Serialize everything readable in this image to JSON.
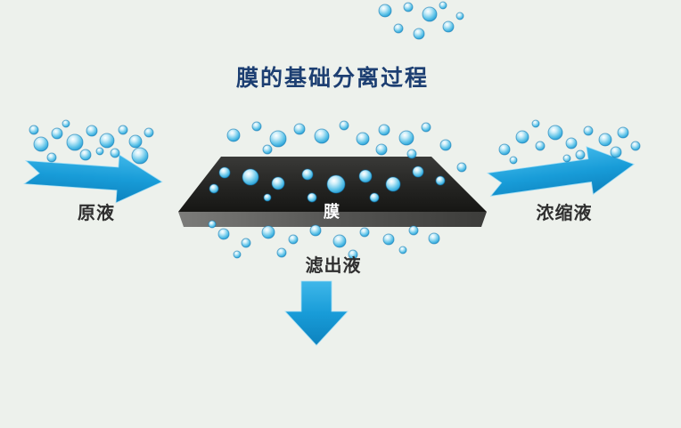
{
  "title": "膜的基础分离过程",
  "labels": {
    "feed": "原液",
    "membrane": "膜",
    "concentrate": "浓缩液",
    "permeate": "滤出液"
  },
  "colors": {
    "background": "#edf1ec",
    "arrow_blue": "#189cd8",
    "title_text": "#1d3f72",
    "label_text": "#2f2f2f",
    "membrane_dark": "#1f1f1d",
    "membrane_edge": "#5a5a58",
    "bubble_blue": "#2fa8dd"
  },
  "bubbles": {
    "top_corner": [
      [
        432,
        12,
        7
      ],
      [
        458,
        8,
        5
      ],
      [
        482,
        16,
        8
      ],
      [
        503,
        30,
        6
      ],
      [
        447,
        32,
        5
      ],
      [
        470,
        38,
        6
      ],
      [
        497,
        6,
        4
      ],
      [
        516,
        18,
        4
      ]
    ],
    "feed": [
      [
        46,
        162,
        8
      ],
      [
        64,
        150,
        6
      ],
      [
        84,
        160,
        9
      ],
      [
        103,
        147,
        6
      ],
      [
        120,
        158,
        8
      ],
      [
        138,
        146,
        5
      ],
      [
        152,
        159,
        7
      ],
      [
        167,
        149,
        5
      ],
      [
        58,
        177,
        5
      ],
      [
        96,
        174,
        6
      ],
      [
        129,
        172,
        5
      ],
      [
        157,
        175,
        9
      ],
      [
        38,
        146,
        5
      ],
      [
        74,
        139,
        4
      ],
      [
        112,
        170,
        4
      ]
    ],
    "membrane_top": [
      [
        262,
        152,
        7
      ],
      [
        288,
        142,
        5
      ],
      [
        312,
        156,
        9
      ],
      [
        336,
        145,
        6
      ],
      [
        361,
        153,
        8
      ],
      [
        386,
        141,
        5
      ],
      [
        407,
        156,
        7
      ],
      [
        431,
        146,
        6
      ],
      [
        456,
        155,
        8
      ],
      [
        478,
        143,
        5
      ],
      [
        300,
        168,
        5
      ],
      [
        428,
        168,
        6
      ],
      [
        462,
        173,
        5
      ],
      [
        500,
        163,
        6
      ],
      [
        252,
        194,
        6
      ],
      [
        281,
        199,
        9
      ],
      [
        312,
        206,
        7
      ],
      [
        345,
        196,
        6
      ],
      [
        377,
        207,
        10
      ],
      [
        410,
        198,
        7
      ],
      [
        441,
        207,
        8
      ],
      [
        469,
        193,
        6
      ],
      [
        494,
        203,
        5
      ],
      [
        240,
        212,
        5
      ],
      [
        518,
        188,
        5
      ],
      [
        350,
        222,
        5
      ],
      [
        300,
        222,
        4
      ],
      [
        420,
        222,
        5
      ]
    ],
    "permeate": [
      [
        251,
        263,
        6
      ],
      [
        276,
        273,
        5
      ],
      [
        301,
        261,
        7
      ],
      [
        329,
        269,
        5
      ],
      [
        354,
        259,
        6
      ],
      [
        381,
        271,
        7
      ],
      [
        409,
        261,
        5
      ],
      [
        436,
        269,
        6
      ],
      [
        464,
        259,
        5
      ],
      [
        487,
        268,
        6
      ],
      [
        266,
        286,
        4
      ],
      [
        316,
        284,
        5
      ],
      [
        396,
        286,
        5
      ],
      [
        452,
        281,
        4
      ],
      [
        238,
        252,
        4
      ]
    ],
    "concentrate": [
      [
        566,
        168,
        6
      ],
      [
        586,
        154,
        7
      ],
      [
        606,
        164,
        5
      ],
      [
        623,
        149,
        8
      ],
      [
        641,
        161,
        6
      ],
      [
        660,
        147,
        5
      ],
      [
        679,
        157,
        7
      ],
      [
        699,
        149,
        6
      ],
      [
        713,
        164,
        5
      ],
      [
        576,
        180,
        4
      ],
      [
        651,
        174,
        5
      ],
      [
        691,
        171,
        6
      ],
      [
        601,
        139,
        4
      ],
      [
        636,
        178,
        4
      ]
    ]
  }
}
